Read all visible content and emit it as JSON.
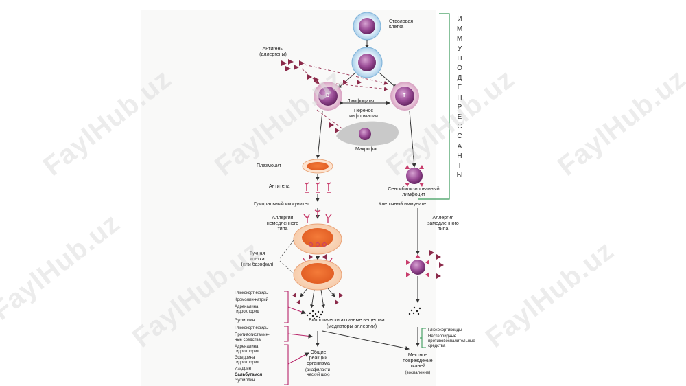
{
  "watermark": "FaylHub.uz",
  "labels": {
    "stem_cell": "Стволовая\nклетка",
    "antigens": "Антигены\n(аллергены)",
    "b": "B",
    "t": "T",
    "lymphocytes": "Лимфоциты",
    "info_transfer": "Перенос\nинформации",
    "macrophage": "Макрофаг",
    "plasmocyte": "Плазмоцит",
    "antibodies": "Антитела",
    "sensitized": "Сенсибилизированный\nлимфоцит",
    "humoral": "Гуморальный иммунитет",
    "cellular": "Клеточный иммунитет",
    "immediate_allergy": "Аллергия\nнемедленного\nтипа",
    "delayed_allergy": "Аллергия\nзамедленного\nтипа",
    "mast_cell": "Тучная\nклетка\n(или базофил)",
    "bioactive": "Биологически активные вещества",
    "mediators": "(медиаторы аллергии)",
    "general_reactions": "Общие\nреакции\nорганизма",
    "anaphylactic": "(анафилакти-\nческий шок)",
    "local_damage": "Местное\nповреждение\nтканей",
    "inflammation": "(воспаление)"
  },
  "drug_groups": {
    "group1": [
      "Глюкокортикоиды",
      "Кромолин-натрий",
      "Адреналина\nгидрохлорид",
      "Эуфиллин"
    ],
    "group2": [
      "Глюкокортикоиды",
      "Противогистамин-\nные средства"
    ],
    "group3": [
      "Адреналина\nгидрохлорид",
      "Эфедрина\nгидрохлорид",
      "Изадрин",
      "Сальбутамол",
      "Эуфиллин"
    ],
    "group4": [
      "Глюкокортикоиды",
      "Нестероидные\nпротивовоспалительные\nсредства"
    ]
  },
  "immunodepressants": "ИММУНОДЕПРЕССАНТЫ",
  "colors": {
    "cell_purple": "#8a3d86",
    "cell_ring": "#c7e3f2",
    "cell_ring_edge": "#7fb3d9",
    "lymph_pink": "#e8c6da",
    "antigen": "#8b2a4a",
    "antibody": "#c83d6c",
    "plasma_orange": "#ec7a3e",
    "plasma_bg": "#fde3cf",
    "bracket_green": "#3a9a5a",
    "bracket_pink": "#b8266a"
  }
}
